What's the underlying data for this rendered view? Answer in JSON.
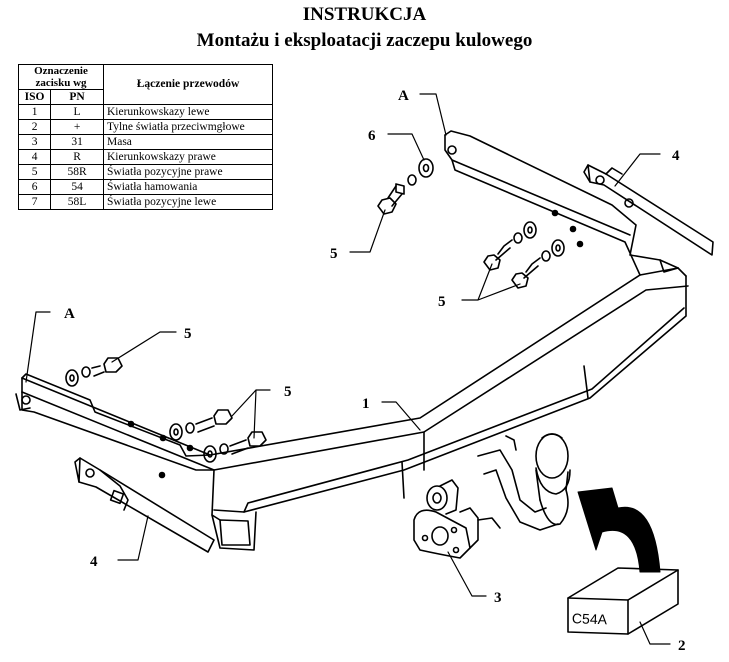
{
  "header": {
    "title": "INSTRUKCJA",
    "subtitle": "Montażu i eksploatacji zaczepu kulowego"
  },
  "wiring_table": {
    "group_header": "Oznaczenie zacisku wg",
    "col_iso": "ISO",
    "col_pn": "PN",
    "col_desc": "Łączenie przewodów",
    "rows": [
      {
        "iso": "1",
        "pn": "L",
        "desc": "Kierunkowskazy lewe"
      },
      {
        "iso": "2",
        "pn": "+",
        "desc": "Tylne światła przeciwmgłowe"
      },
      {
        "iso": "3",
        "pn": "31",
        "desc": "Masa"
      },
      {
        "iso": "4",
        "pn": "R",
        "desc": "Kierunkowskazy prawe"
      },
      {
        "iso": "5",
        "pn": "58R",
        "desc": "Światła pozycyjne prawe"
      },
      {
        "iso": "6",
        "pn": "54",
        "desc": "Światła hamowania"
      },
      {
        "iso": "7",
        "pn": "58L",
        "desc": "Światła pozycyjne lewe"
      }
    ]
  },
  "callouts": {
    "a_top": "A",
    "a_left": "A",
    "n6": "6",
    "n4_top": "4",
    "n5_left_top": "5",
    "n5_right_top": "5",
    "n5_mid": "5",
    "n5_lower": "5",
    "n1": "1",
    "n4_bottom": "4",
    "n3": "3",
    "n2": "2"
  },
  "package_label": "C54A"
}
